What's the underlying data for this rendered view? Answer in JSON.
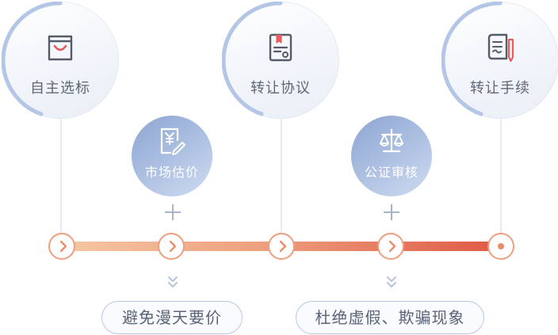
{
  "steps": [
    {
      "label": "自主选标",
      "icon": "shopping-bag-icon"
    },
    {
      "label": "转让协议",
      "icon": "certificate-document-icon"
    },
    {
      "label": "转让手续",
      "icon": "contract-pen-icon"
    }
  ],
  "substeps": [
    {
      "label": "市场估价",
      "icon": "yen-document-icon"
    },
    {
      "label": "公证审核",
      "icon": "balance-scale-icon"
    }
  ],
  "benefits": [
    "避免漫天要价",
    "杜绝虚假、欺骗现象"
  ],
  "colors": {
    "bar_start": "#f5c7a3",
    "bar_end": "#df5a45",
    "accent_blue": "#a9bde0",
    "arc_blue": "#b4c6e6",
    "icon_red": "#e85c5c",
    "text_gray": "#5f6776"
  }
}
